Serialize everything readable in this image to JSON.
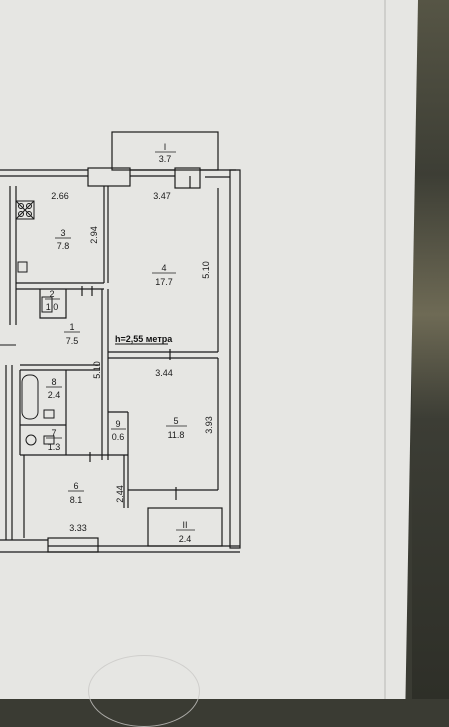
{
  "plan": {
    "ceiling_height": "h=2,55 метра",
    "rooms": [
      {
        "id": "room-1",
        "number": "1",
        "area": "7.5"
      },
      {
        "id": "room-2",
        "number": "2",
        "area": "1.0"
      },
      {
        "id": "room-3",
        "number": "3",
        "area": "7.8"
      },
      {
        "id": "room-4",
        "number": "4",
        "area": "17.7"
      },
      {
        "id": "room-5",
        "number": "5",
        "area": "11.8"
      },
      {
        "id": "room-6",
        "number": "6",
        "area": "8.1"
      },
      {
        "id": "room-7",
        "number": "7",
        "area": "1.3"
      },
      {
        "id": "room-8",
        "number": "8",
        "area": "2.4"
      },
      {
        "id": "room-9",
        "number": "9",
        "area": "0.6"
      },
      {
        "id": "balcony-1",
        "number": "I",
        "area": "3.7"
      },
      {
        "id": "balcony-2",
        "number": "II",
        "area": "2.4"
      }
    ],
    "dimensions": [
      "2.66",
      "2.94",
      "3.47",
      "5.10",
      "5.10",
      "3.44",
      "3.93",
      "2.44",
      "3.33"
    ]
  }
}
